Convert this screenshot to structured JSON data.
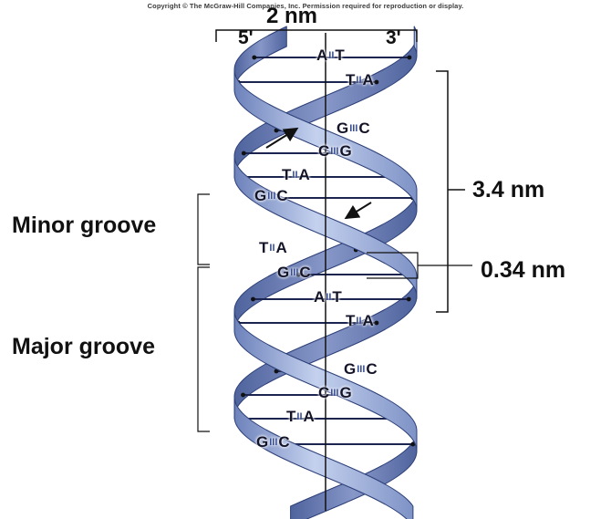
{
  "copyright": "Copyright © The McGraw-Hill Companies, Inc. Permission required for reproduction or display.",
  "labels": {
    "helix_width": "2 nm",
    "five_prime": "5'",
    "three_prime": "3'",
    "helical_turn": "3.4 nm",
    "base_pair_rise": "0.34 nm",
    "minor_groove": "Minor groove",
    "major_groove": "Major groove"
  },
  "base_pairs": [
    {
      "left": "A",
      "bond": "II",
      "right": "T"
    },
    {
      "left": "T",
      "bond": "II",
      "right": "A"
    },
    {
      "left": "G",
      "bond": "III",
      "right": "C"
    },
    {
      "left": "C",
      "bond": "III",
      "right": "G"
    },
    {
      "left": "T",
      "bond": "II",
      "right": "A"
    },
    {
      "left": "G",
      "bond": "III",
      "right": "C"
    },
    {
      "left": "T",
      "bond": "II",
      "right": "A"
    },
    {
      "left": "G",
      "bond": "III",
      "right": "C"
    },
    {
      "left": "A",
      "bond": "II",
      "right": "T"
    },
    {
      "left": "T",
      "bond": "II",
      "right": "A"
    },
    {
      "left": "G",
      "bond": "III",
      "right": "C"
    },
    {
      "left": "C",
      "bond": "III",
      "right": "G"
    },
    {
      "left": "T",
      "bond": "II",
      "right": "A"
    },
    {
      "left": "G",
      "bond": "III",
      "right": "C"
    }
  ],
  "colors": {
    "strand_front": "#9fb2dc",
    "strand_back": "#5f74ae",
    "strand_edge": "#2c3f78",
    "text": "#111111"
  }
}
